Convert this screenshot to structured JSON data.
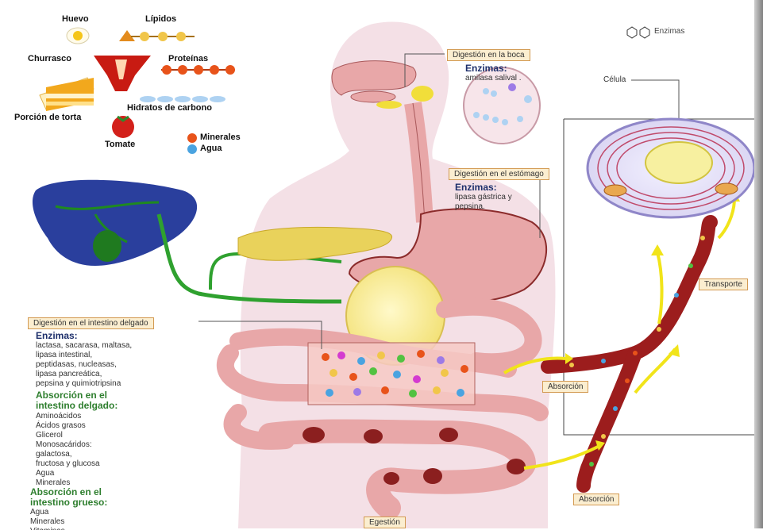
{
  "foods": {
    "huevo": "Huevo",
    "lipidos": "Lípidos",
    "churrasco": "Churrasco",
    "proteinas": "Proteínas",
    "hidratos": "Hidratos de carbono",
    "torta": "Porción de torta",
    "tomate": "Tomate",
    "minerales": "Minerales",
    "agua": "Agua"
  },
  "legend": {
    "enzimas": "Enzimas"
  },
  "boca": {
    "box": "Digestión en la boca",
    "enz_title": "Enzimas:",
    "enz_body": "amilasa salival ."
  },
  "estomago": {
    "box": "Digestión en el estómago",
    "enz_title": "Enzimas:",
    "enz_lines": [
      "lipasa gástrica y",
      "pepsina."
    ]
  },
  "celula": "Célula",
  "intestino_delgado": {
    "box": "Digestión en el intestino delgado",
    "enz_title": "Enzimas:",
    "enz_lines": [
      "lactasa, sacarasa, maltasa,",
      "lipasa intestinal,",
      "peptidasas, nucleasas,",
      "lipasa pancreática,",
      "pepsina y quimiotripsina"
    ],
    "abs_title_lines": [
      "Absorción en el",
      "intestino delgado:"
    ],
    "abs_items": [
      "Aminoácidos",
      "Ácidos grasos",
      "Glicerol",
      "Monosacáridos:",
      "galactosa,",
      "fructosa y glucosa",
      "Agua",
      "Minerales"
    ]
  },
  "intestino_grueso": {
    "abs_title_lines": [
      "Absorción en el",
      "intestino grueso:"
    ],
    "abs_items": [
      "Agua",
      "Minerales",
      "Vitaminas"
    ]
  },
  "labels": {
    "transporte": "Transporte",
    "absorcion1": "Absorción",
    "absorcion2": "Absorción",
    "egestion": "Egestión"
  },
  "colors": {
    "body_silhouette": "#f2dbe2",
    "gut": "#e8a7a8",
    "gut_dark": "#8b2b2b",
    "liver": "#2a3f9d",
    "bile_duct": "#2fa12f",
    "pancreas": "#e9d25b",
    "blood_vessel": "#9c1d1d",
    "cell_membrane": "#c7c3e8",
    "nucleus": "#f7f0a0",
    "arrow": "#f1e41a",
    "label_box": "#fbeed0",
    "absorption_title": "#2f7f2f",
    "enzyme_title": "#1d2f6b"
  }
}
